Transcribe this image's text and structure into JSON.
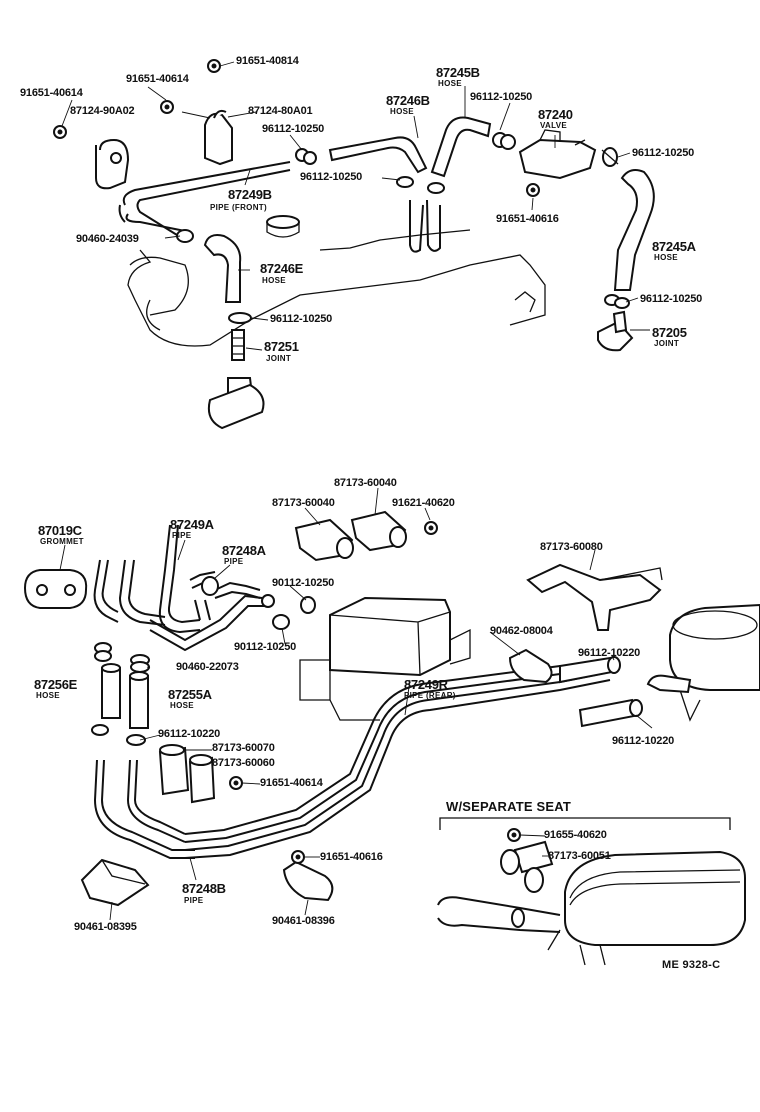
{
  "labels": {
    "p_91651_40814": "91651-40814",
    "p_91651_40614_top": "91651-40614",
    "p_91651_40614_left": "91651-40614",
    "p_87124_90A02": "87124-90A02",
    "p_87124_80A01": "87124-80A01",
    "p_87245B": "87245B",
    "p_87245B_sub": "HOSE",
    "p_87246B": "87246B",
    "p_87246B_sub": "HOSE",
    "p_96112_10250_a": "96112-10250",
    "p_96112_10250_b": "96112-10250",
    "p_87240": "87240",
    "p_87240_sub": "VALVE",
    "p_96112_10250_c": "96112-10250",
    "p_96112_10250_d": "96112-10250",
    "p_87249B": "87249B",
    "p_87249B_sub": "PIPE (FRONT)",
    "p_91651_40616_top": "91651-40616",
    "p_90460_24039": "90460-24039",
    "p_87246E": "87246E",
    "p_87246E_sub": "HOSE",
    "p_87245A": "87245A",
    "p_87245A_sub": "HOSE",
    "p_96112_10250_e": "96112-10250",
    "p_96112_10250_f": "96112-10250",
    "p_87205": "87205",
    "p_87205_sub": "JOINT",
    "p_87251": "87251",
    "p_87251_sub": "JOINT",
    "p_87173_60040_a": "87173-60040",
    "p_87173_60040_b": "87173-60040",
    "p_91621_40620": "91621-40620",
    "p_87019C": "87019C",
    "p_87019C_sub": "GROMMET",
    "p_87249A": "87249A",
    "p_87249A_sub": "PIPE",
    "p_87248A": "87248A",
    "p_87248A_sub": "PIPE",
    "p_87173_60080": "87173-60080",
    "p_90112_10250_a": "90112-10250",
    "p_90112_10250_b": "90112-10250",
    "p_90462_08004": "90462-08004",
    "p_90460_22073": "90460-22073",
    "p_96112_10220_a": "96112-10220",
    "p_87256E": "87256E",
    "p_87256E_sub": "HOSE",
    "p_87255A": "87255A",
    "p_87255A_sub": "HOSE",
    "p_87249R": "87249R",
    "p_87249R_sub": "PIPE (REAR)",
    "p_96112_10220_b": "96112-10220",
    "p_96112_10220_c": "96112-10220",
    "p_87173_60070": "87173-60070",
    "p_87173_60060": "87173-60060",
    "p_91651_40614_mid": "91651-40614",
    "w_separate_seat": "W/SEPARATE SEAT",
    "p_91655_40620": "91655-40620",
    "p_87173_60051": "87173-60051",
    "p_91651_40616_bot": "91651-40616",
    "p_87248B": "87248B",
    "p_87248B_sub": "PIPE",
    "p_90461_08395": "90461-08395",
    "p_90461_08396": "90461-08396",
    "diagram_code": "ME 9328-C"
  }
}
